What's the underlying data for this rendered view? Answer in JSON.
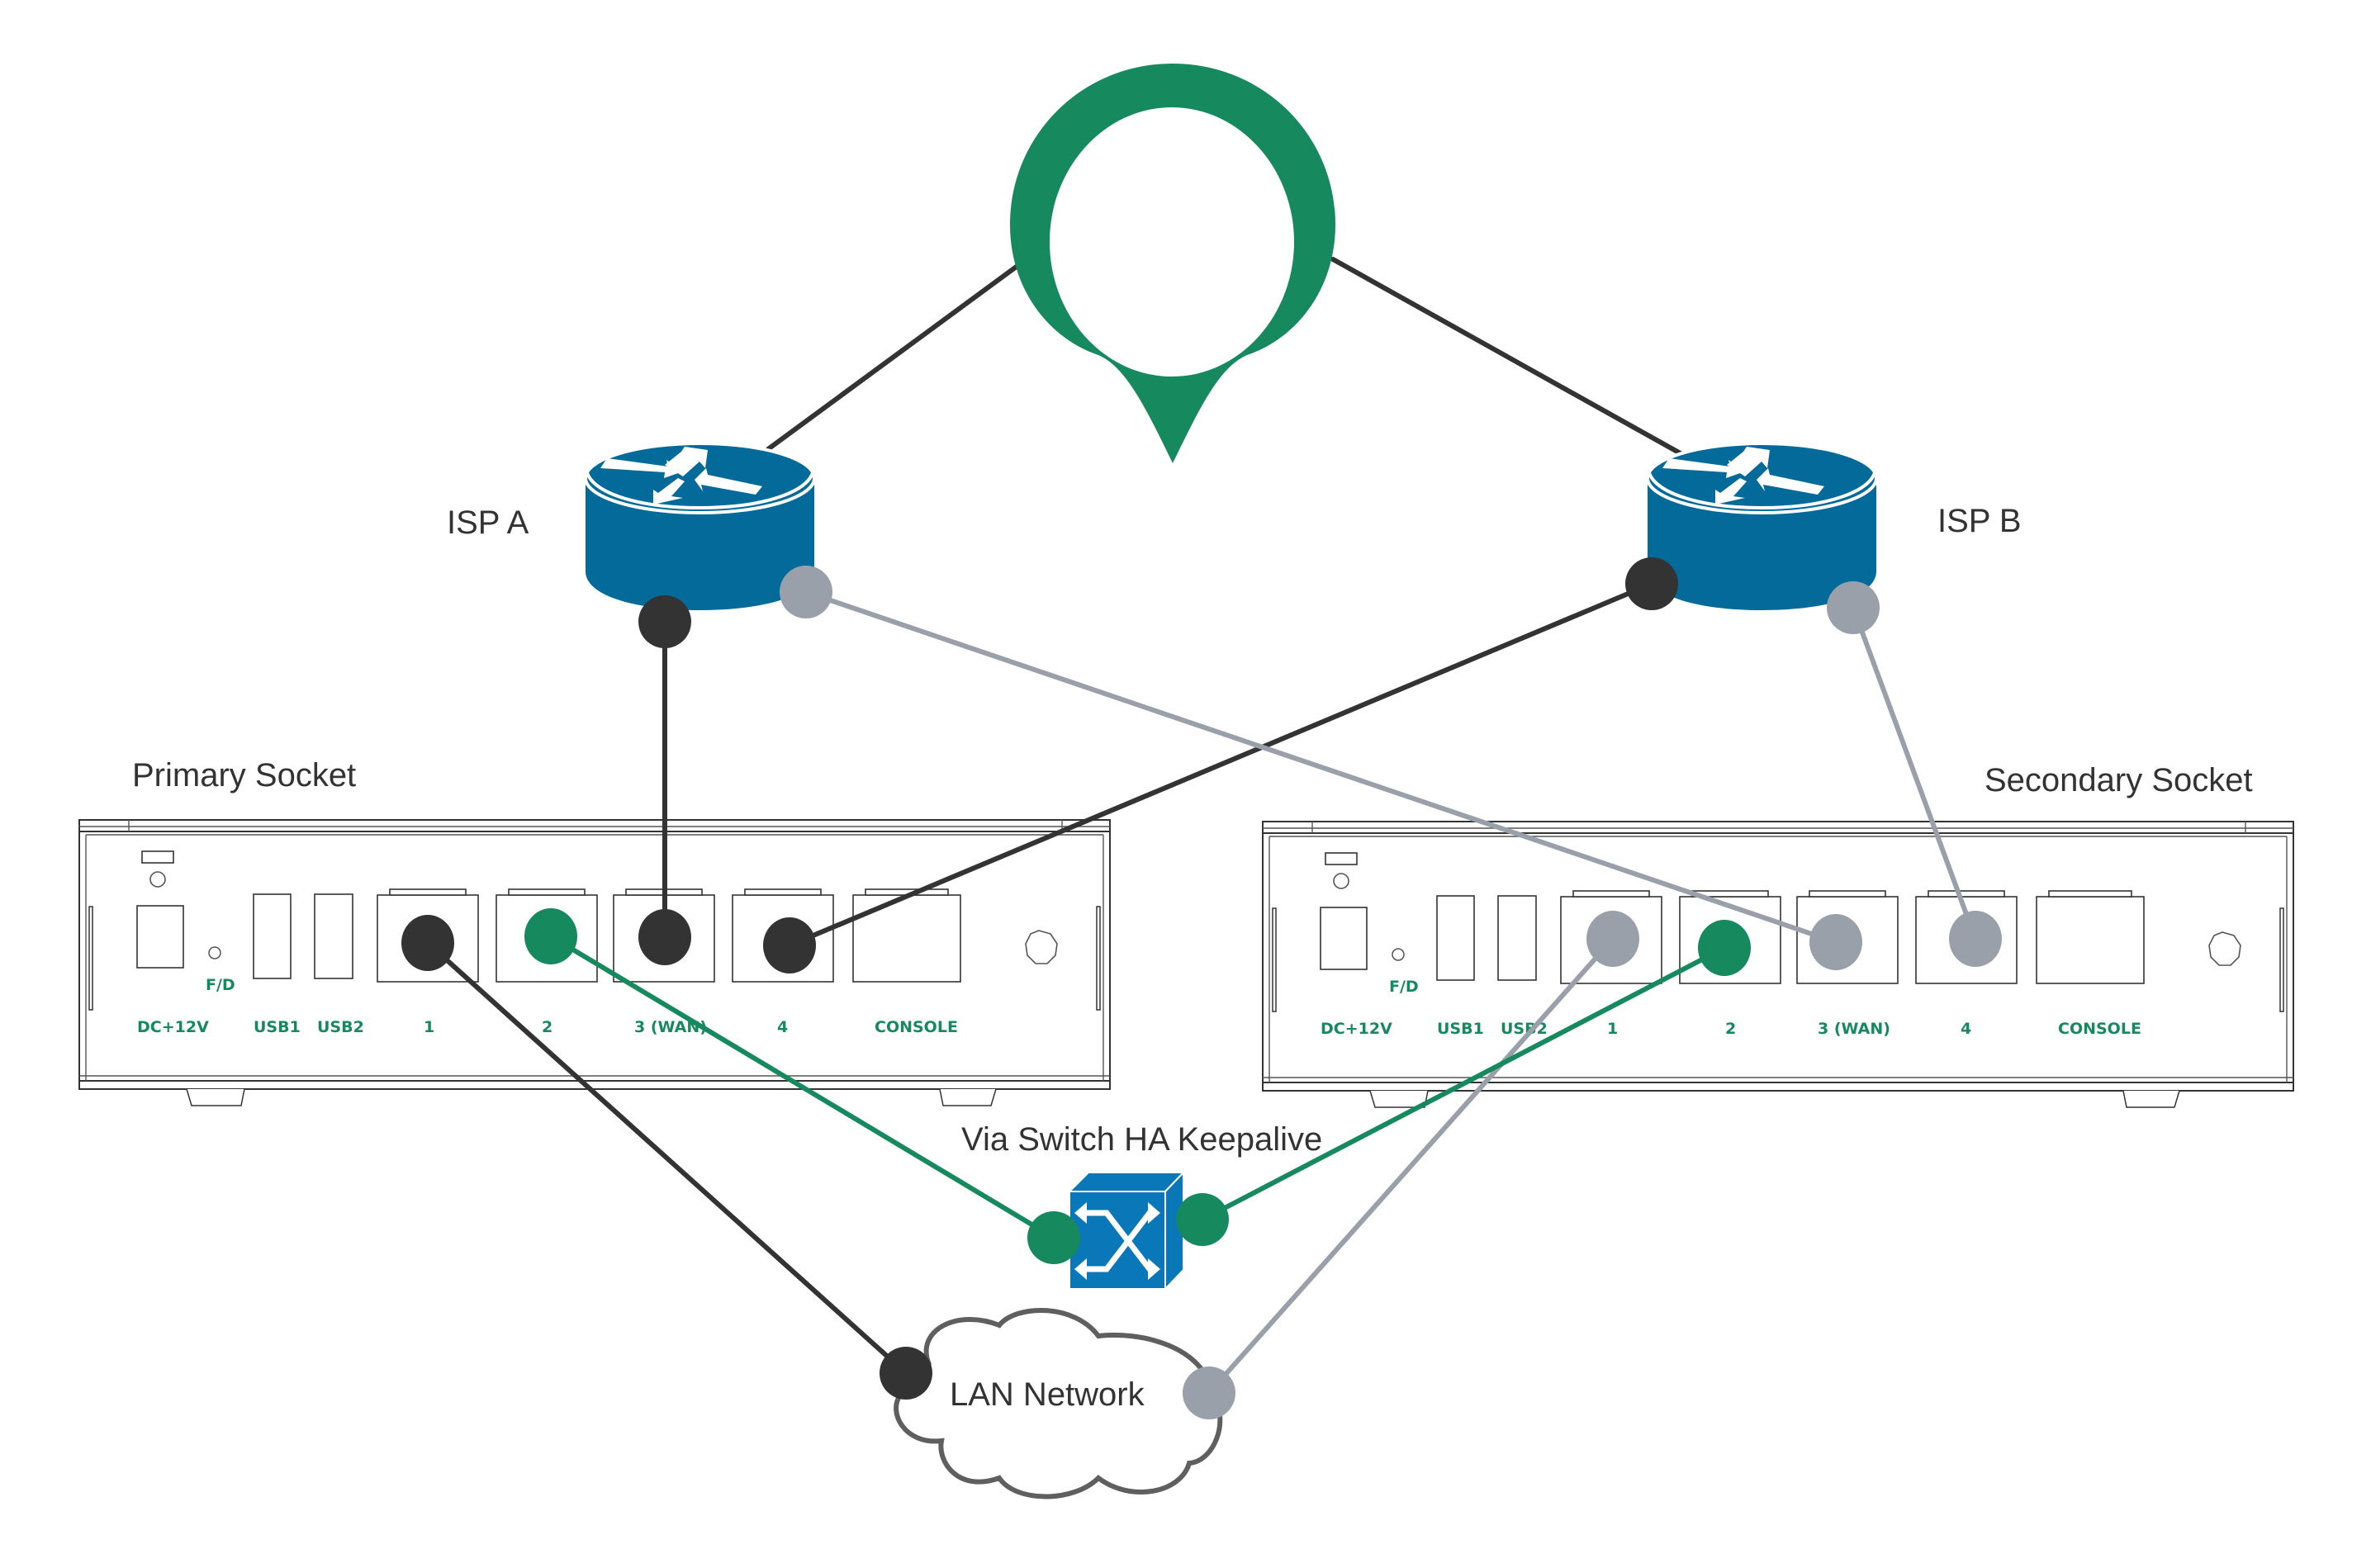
{
  "colors": {
    "green": "#16895f",
    "dark": "#333333",
    "gray": "#9aa0a9",
    "router_blue": "#046a9a",
    "switch_blue": "#0a78b8"
  },
  "nodes": {
    "internet": {
      "icon": "location-pin-icon",
      "label": ""
    },
    "isp_a": {
      "icon": "router-icon",
      "label": "ISP A"
    },
    "isp_b": {
      "icon": "router-icon",
      "label": "ISP B"
    },
    "primary": {
      "icon": "appliance-back-panel",
      "label": "Primary Socket"
    },
    "secondary": {
      "icon": "appliance-back-panel",
      "label": "Secondary Socket"
    },
    "switch": {
      "icon": "switch-icon",
      "label": "Via Switch HA Keepalive"
    },
    "lan": {
      "icon": "cloud-icon",
      "label": "LAN Network"
    }
  },
  "device_panel": {
    "power_label": "DC+12V",
    "fd_label": "F/D",
    "usb1_label": "USB1",
    "usb2_label": "USB2",
    "ports": [
      "1",
      "2",
      "3 (WAN)",
      "4"
    ],
    "console_label": "CONSOLE"
  },
  "links": [
    {
      "from": "internet",
      "to": "isp_a",
      "color": "dark"
    },
    {
      "from": "internet",
      "to": "isp_b",
      "color": "dark"
    },
    {
      "from": "isp_a",
      "to": "primary.port3_wan",
      "color": "dark"
    },
    {
      "from": "isp_b",
      "to": "primary.port4",
      "color": "dark"
    },
    {
      "from": "isp_a",
      "to": "secondary.port3_wan",
      "color": "gray"
    },
    {
      "from": "isp_b",
      "to": "secondary.port4",
      "color": "gray"
    },
    {
      "from": "primary.port1",
      "to": "lan",
      "color": "dark"
    },
    {
      "from": "secondary.port1",
      "to": "lan",
      "color": "gray"
    },
    {
      "from": "primary.port2",
      "to": "switch",
      "color": "green"
    },
    {
      "from": "secondary.port2",
      "to": "switch",
      "color": "green"
    }
  ]
}
